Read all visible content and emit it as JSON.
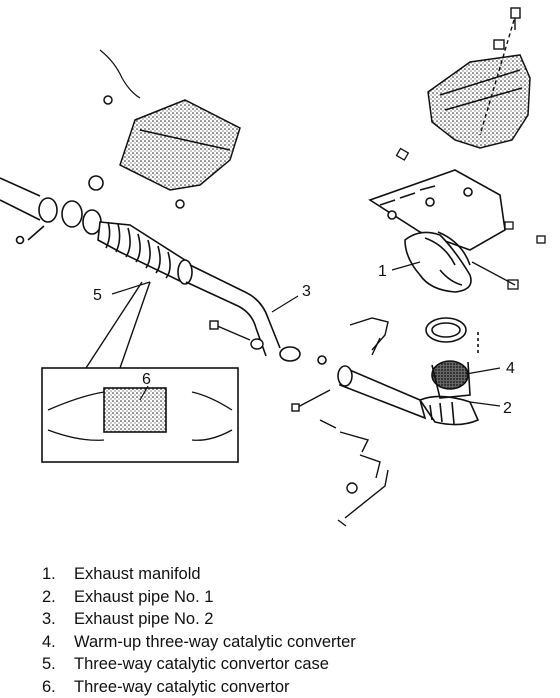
{
  "callouts": [
    {
      "number": "1"
    },
    {
      "number": "2"
    },
    {
      "number": "3"
    },
    {
      "number": "4"
    },
    {
      "number": "5"
    },
    {
      "number": "6"
    }
  ],
  "legend": [
    {
      "number": "1.",
      "text": "Exhaust manifold"
    },
    {
      "number": "2.",
      "text": "Exhaust pipe No. 1"
    },
    {
      "number": "3.",
      "text": "Exhaust pipe No. 2"
    },
    {
      "number": "4.",
      "text": "Warm-up three-way catalytic converter"
    },
    {
      "number": "5.",
      "text": "Three-way catalytic convertor case"
    },
    {
      "number": "6.",
      "text": "Three-way catalytic convertor"
    }
  ]
}
